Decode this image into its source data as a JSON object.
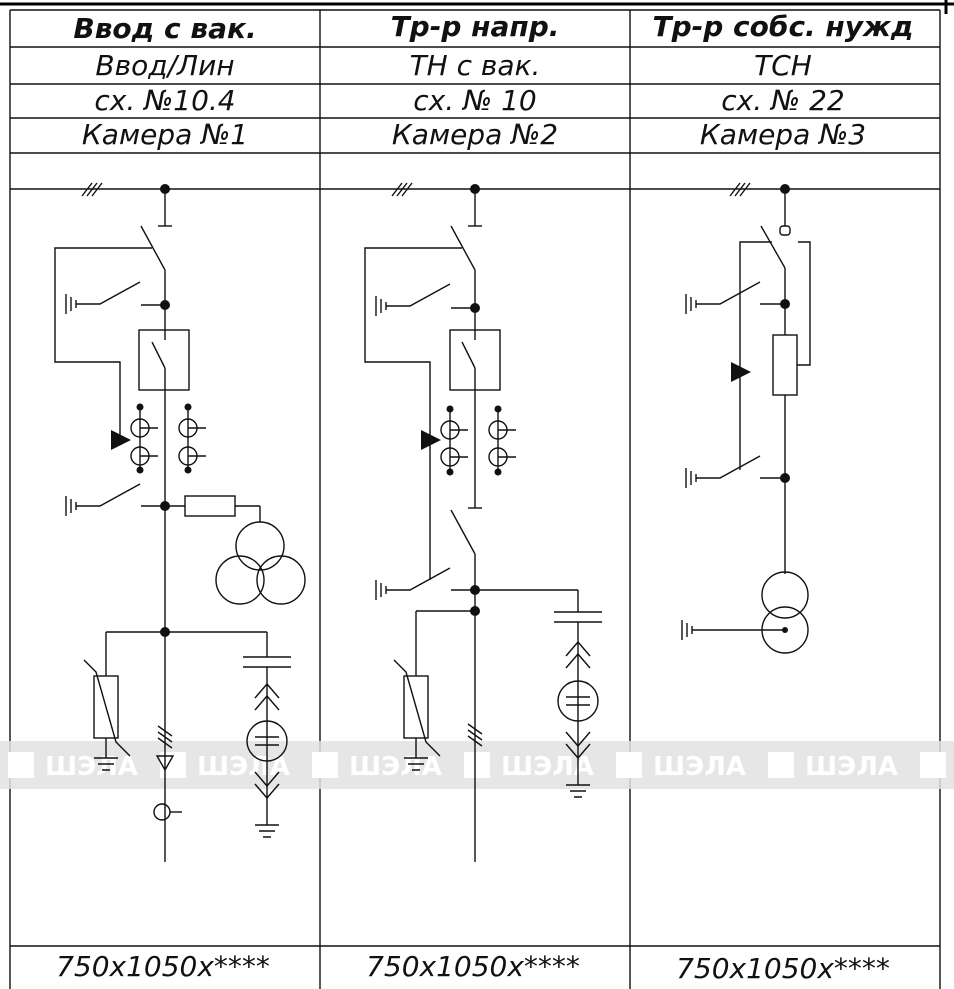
{
  "columns": [
    {
      "title": "Ввод с вак.",
      "subtitle": "Ввод/Лин",
      "scheme": "сх. №10.4",
      "cell": "Камера №1",
      "dimensions": "750х1050х****"
    },
    {
      "title": "Тр-р напр.",
      "subtitle": "ТН с вак.",
      "scheme": "сх. № 10",
      "cell": "Камера №2",
      "dimensions": "750х1050х****"
    },
    {
      "title": "Тр-р собс. нужд",
      "subtitle": "ТСН",
      "scheme": "сх. № 22",
      "cell": "Камера №3",
      "dimensions": "750х1050х****"
    }
  ],
  "watermark": {
    "text": "ШЭЛА",
    "colors": {
      "band": "#e2e2e2",
      "text": "#ffffff"
    }
  },
  "colors": {
    "line": "#111111",
    "background": "#ffffff"
  }
}
